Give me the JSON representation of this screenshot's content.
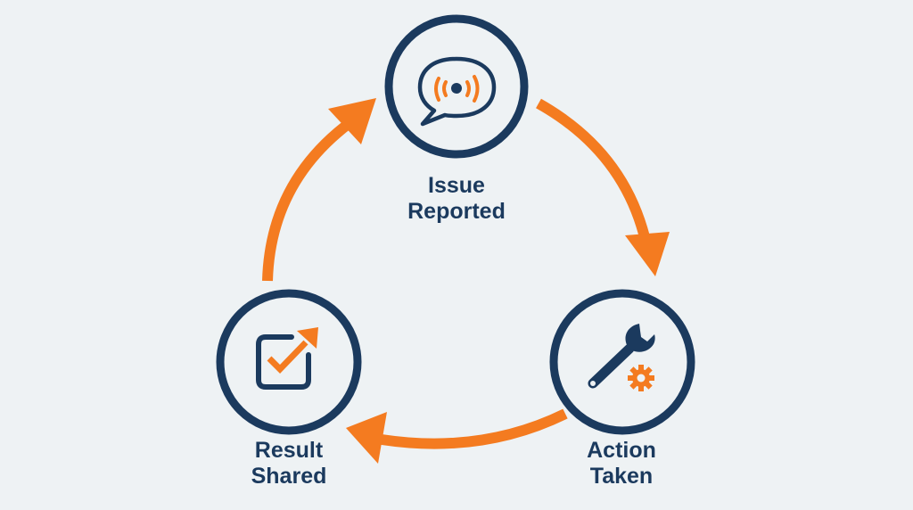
{
  "colors": {
    "navy": "#1b3a5e",
    "orange": "#f47b20",
    "background": "#eef2f4"
  },
  "steps": [
    {
      "line1": "Issue",
      "line2": "Reported",
      "icon": "speech-bubble-signal-icon"
    },
    {
      "line1": "Action",
      "line2": "Taken",
      "icon": "wrench-gear-icon"
    },
    {
      "line1": "Result",
      "line2": "Shared",
      "icon": "checkbox-arrow-icon"
    }
  ]
}
